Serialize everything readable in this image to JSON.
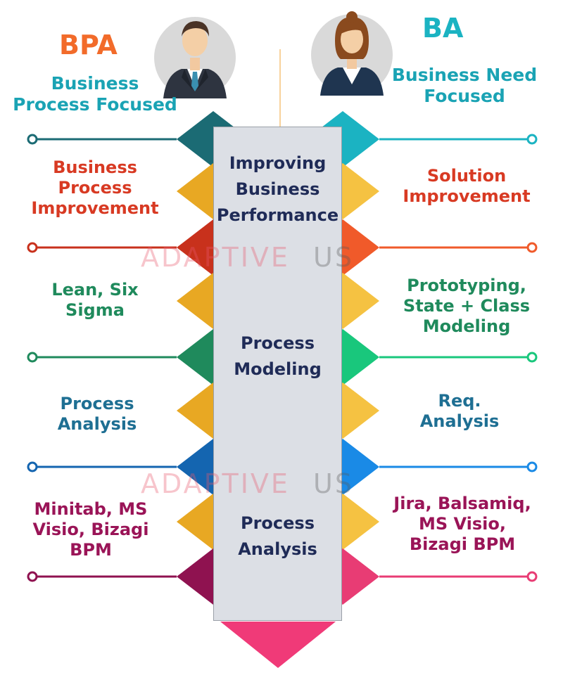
{
  "left_header": {
    "label": "BPA",
    "color": "#f26b2a"
  },
  "right_header": {
    "label": "BA",
    "color": "#1bb3c2"
  },
  "left_focus": {
    "text": "Business\nProcess Focused",
    "color": "#1aa3b4"
  },
  "right_focus": {
    "text": "Business Need\nFocused",
    "color": "#1aa3b4"
  },
  "rows": [
    {
      "left": "Business\nProcess\nImprovement",
      "right": "Solution\nImprovement",
      "color": "#d83a23",
      "right_color": "#d83a23"
    },
    {
      "left": "Lean, Six\nSigma",
      "right": "Prototyping,\nState + Class\nModeling",
      "color": "#1f8a5c",
      "right_color": "#1f8a5c"
    },
    {
      "left": "Process\nAnalysis",
      "right": "Req.\nAnalysis",
      "color": "#1e6f93",
      "right_color": "#1e6f93"
    },
    {
      "left": "Minitab, MS\nVisio, Bizagi\nBPM",
      "right": "Jira, Balsamiq,\nMS Visio,\nBizagi BPM",
      "color": "#9a1457",
      "right_color": "#9a1457"
    }
  ],
  "center": [
    {
      "text": "Improving\nBusiness\nPerformance"
    },
    {
      "text": "Process\nModeling"
    },
    {
      "text": "Process\nAnalysis"
    }
  ],
  "watermark": {
    "part1": "ADAPTIVE",
    "part2": "US"
  },
  "colors": {
    "teal_left": "#1b6b74",
    "teal_right": "#1bb3c2",
    "gold": "#e8a823",
    "gold_light": "#f5c242",
    "red_left": "#c8311c",
    "red_right": "#f05a2a",
    "green_left": "#1f8a5c",
    "green_right": "#19c77c",
    "blue_left": "#1465b0",
    "blue_right": "#1a8ae6",
    "magenta_left": "#8f1250",
    "magenta_right": "#e83c74",
    "bottom_arrow": "#f03a78"
  }
}
